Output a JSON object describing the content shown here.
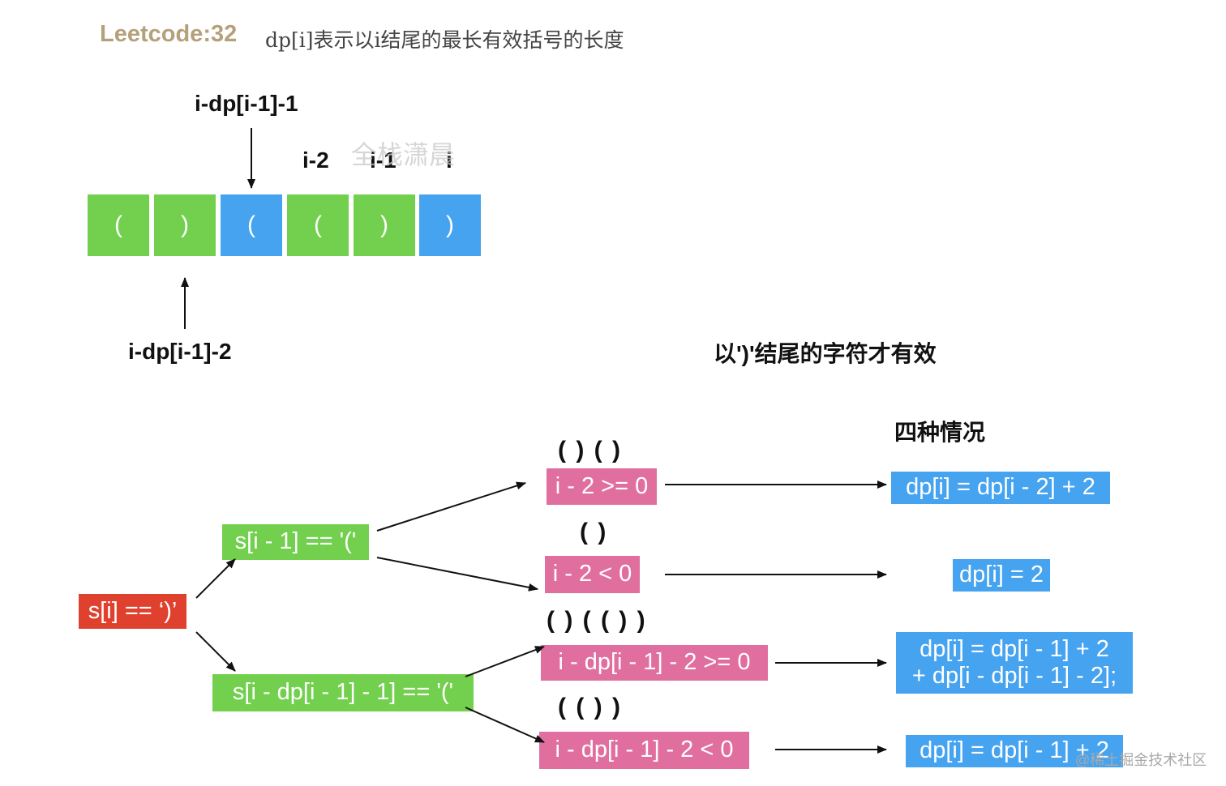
{
  "header": {
    "leetcode_label": "Leetcode:32",
    "description": "dp[i]表示以i结尾的最长有效括号的长度"
  },
  "array": {
    "cells": [
      {
        "char": "(",
        "color": "#72d04e"
      },
      {
        "char": ")",
        "color": "#72d04e"
      },
      {
        "char": "(",
        "color": "#45a3f0"
      },
      {
        "char": "(",
        "color": "#72d04e"
      },
      {
        "char": ")",
        "color": "#72d04e"
      },
      {
        "char": ")",
        "color": "#45a3f0"
      }
    ],
    "labels": {
      "top_pointer": "i-dp[i-1]-1",
      "i_minus_2": "i-2",
      "i_minus_1": "i-1",
      "i": "i",
      "bottom_pointer": "i-dp[i-1]-2"
    }
  },
  "watermark": "全栈潇晨",
  "note": "以')'结尾的字符才有效",
  "cases_title": "四种情况",
  "tree": {
    "root": "s[i] == ‘)’",
    "branch_a": "s[i - 1] == '('",
    "branch_b": "s[i - dp[i - 1] - 1] == '('",
    "conditions": [
      {
        "paren": "( ) ( )",
        "condition": "i - 2 >= 0",
        "result": "dp[i] = dp[i - 2] + 2"
      },
      {
        "paren": "( )",
        "condition": "i - 2 < 0",
        "result": "dp[i] = 2"
      },
      {
        "paren": "( ) ( ( ) )",
        "condition": "i - dp[i - 1] - 2 >= 0",
        "result_line1": "dp[i] = dp[i - 1] + 2",
        "result_line2": "+ dp[i - dp[i - 1] - 2];"
      },
      {
        "paren": "( ( ) )",
        "condition": "i - dp[i - 1] - 2 < 0",
        "result": "dp[i] = dp[i - 1] + 2"
      }
    ]
  },
  "footer_watermark": "@稀土掘金技术社区",
  "colors": {
    "green": "#72d04e",
    "blue": "#45a3f0",
    "red": "#e0402e",
    "pink": "#e06fa0",
    "header_gold": "#b5a07a"
  }
}
